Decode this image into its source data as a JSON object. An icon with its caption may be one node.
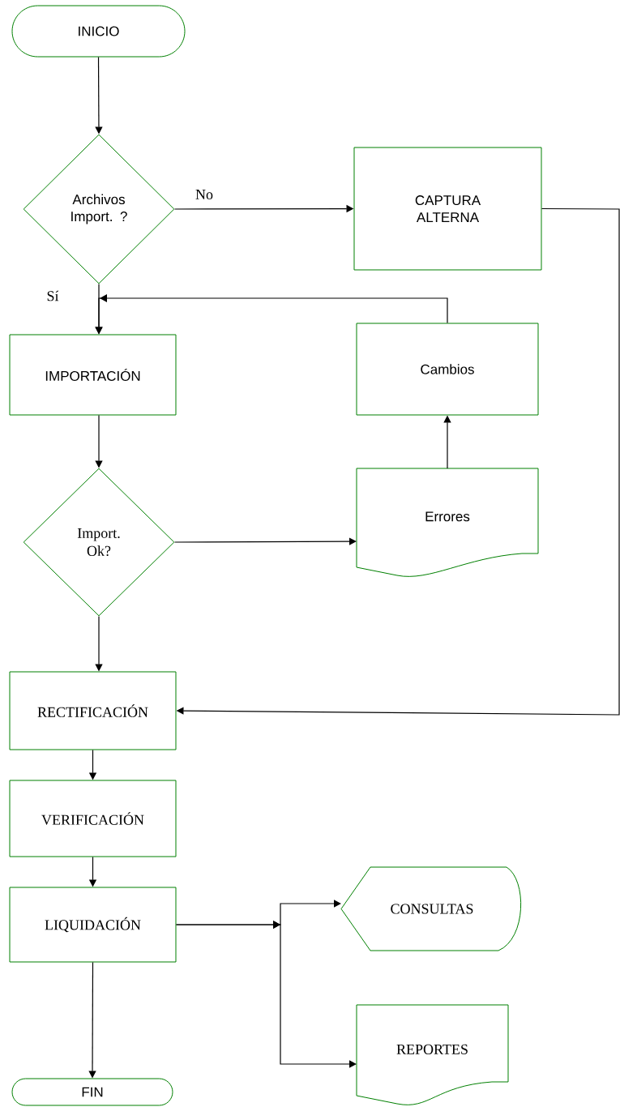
{
  "diagram": {
    "nodes": [
      {
        "text": [
          "INICIO"
        ]
      },
      {
        "text": [
          "Archivos Import. ?"
        ]
      },
      {
        "text": [
          "CAPTURA ALTERNA"
        ]
      },
      {
        "text": [
          "IMPORTACIÓN"
        ]
      },
      {
        "text": [
          "Cambios"
        ]
      },
      {
        "text": [
          "Import. Ok?"
        ]
      },
      {
        "text": [
          "Errores"
        ]
      },
      {
        "text": [
          "RECTIFICACIÓN"
        ]
      },
      {
        "text": [
          "VERIFICACIÓN"
        ]
      },
      {
        "text": [
          "LIQUIDACIÓN"
        ]
      },
      {
        "text": [
          "CONSULTAS"
        ]
      },
      {
        "text": [
          "REPORTES"
        ]
      },
      {
        "text": [
          "FIN"
        ]
      }
    ],
    "edges": [
      {
        "from": 0,
        "to": 1,
        "arrow": "to"
      },
      {
        "from": 1,
        "to": 2,
        "arrow": "to",
        "label": "No"
      },
      {
        "from": 1,
        "to": 3,
        "arrow": "to",
        "label": "Sí"
      },
      {
        "from": 2,
        "to": 7,
        "arrow": "to"
      },
      {
        "from": 4,
        "to": 3,
        "arrow": "to"
      },
      {
        "from": 3,
        "to": 5,
        "arrow": "to"
      },
      {
        "from": 5,
        "to": 6,
        "arrow": "to"
      },
      {
        "from": 6,
        "to": 4,
        "arrow": "to"
      },
      {
        "from": 5,
        "to": 7,
        "arrow": "to"
      },
      {
        "from": 7,
        "to": 8,
        "arrow": "to"
      },
      {
        "from": 8,
        "to": 9,
        "arrow": "to"
      },
      {
        "from": 9,
        "to": 12,
        "arrow": "to"
      },
      {
        "from": 9,
        "to": 10,
        "arrow": "to"
      },
      {
        "from": 9,
        "to": 11,
        "arrow": "to"
      }
    ]
  }
}
